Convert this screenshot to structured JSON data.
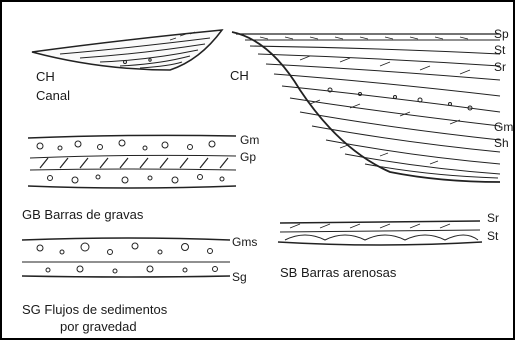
{
  "frame": {
    "color": "#000000"
  },
  "channel_small": {
    "code": "CH",
    "caption": "Canal"
  },
  "channel_large": {
    "code": "CH",
    "facies": [
      "Sp",
      "St",
      "Sr",
      "Gm",
      "Sh"
    ]
  },
  "gravel_bars": {
    "facies": [
      "Gm",
      "Gp"
    ],
    "caption": "GB  Barras de gravas"
  },
  "sediment_flows": {
    "facies": [
      "Gms",
      "Sg"
    ],
    "caption_line1": "SG  Flujos de sedimentos",
    "caption_line2": "por gravedad"
  },
  "sand_bars": {
    "facies": [
      "Sr",
      "St"
    ],
    "caption": "SB  Barras arenosas"
  }
}
